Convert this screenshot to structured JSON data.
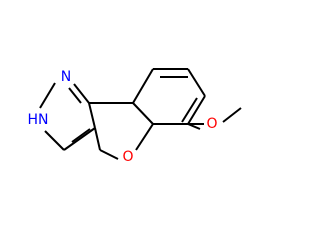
{
  "molecule": {
    "atoms": {
      "pyrazole_n1": {
        "label": "N",
        "color": "#0000ff"
      },
      "pyrazole_nh": {
        "label": "HN",
        "color": "#0000ff"
      },
      "ring_oxygen": {
        "label": "O",
        "color": "#ff0000"
      },
      "ethoxy_oxygen": {
        "label": "O",
        "color": "#ff0000"
      }
    },
    "bond_color": "#000000",
    "background": "#ffffff"
  }
}
